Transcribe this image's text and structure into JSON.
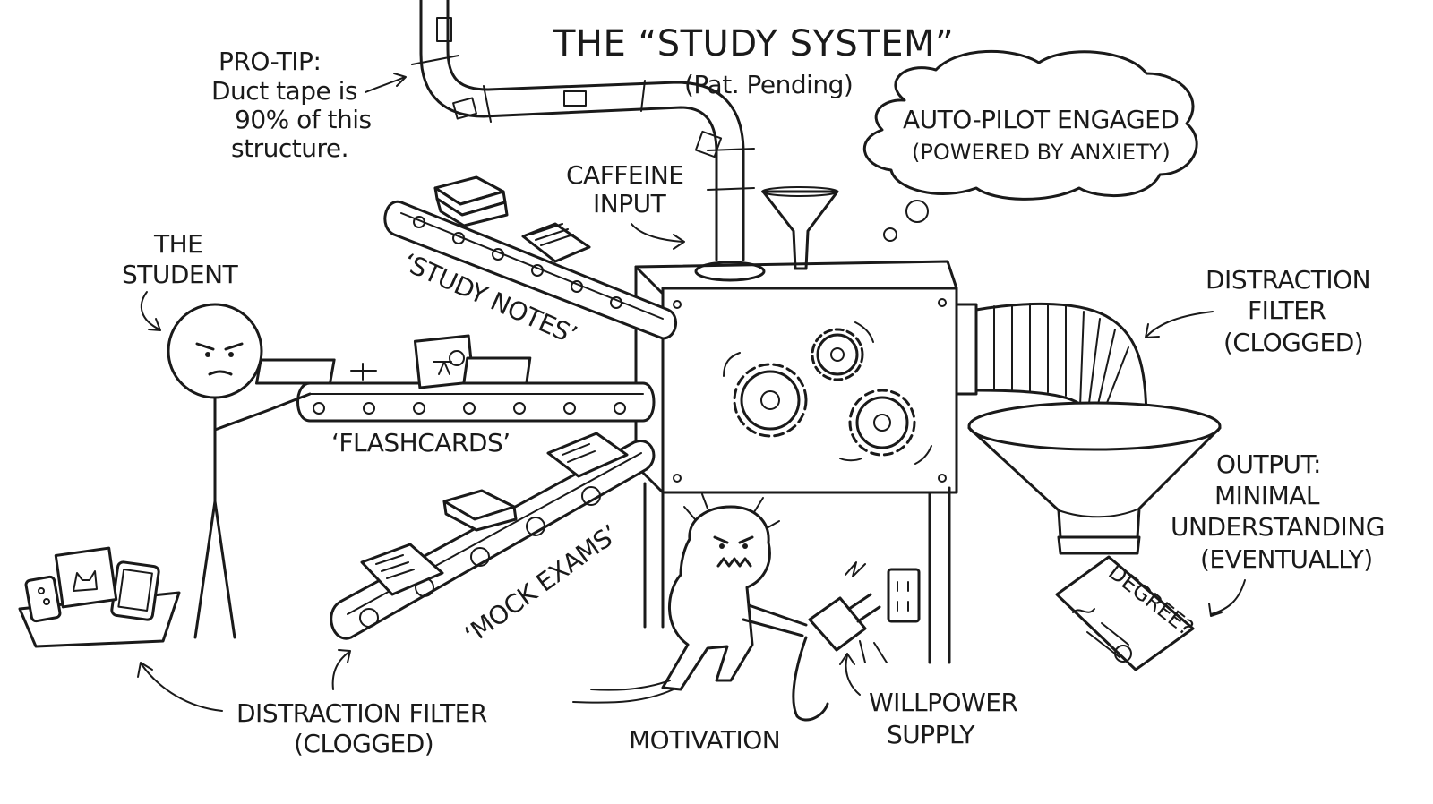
{
  "title": {
    "main": "THE “STUDY SYSTEM”",
    "sub": "(Pat. Pending)"
  },
  "protip": {
    "lines": [
      "PRO-TIP:",
      "Duct tape is",
      "90% of this",
      "structure."
    ]
  },
  "thought_bubble": {
    "lines": [
      "AUTO-PILOT ENGAGED",
      "(POWERED BY ANXIETY)"
    ]
  },
  "labels": {
    "caffeine_input": [
      "CAFFEINE",
      "INPUT"
    ],
    "student": [
      "THE",
      "STUDENT"
    ],
    "study_notes": "‘STUDY NOTES’",
    "flashcards": "‘FLASHCARDS’",
    "mock_exams": "‘MOCK EXAMS’",
    "distraction_filter_right": [
      "DISTRACTION",
      "FILTER",
      "(CLOGGED)"
    ],
    "distraction_filter_bottom": [
      "DISTRACTION FILTER",
      "(CLOGGED)"
    ],
    "output": [
      "OUTPUT:",
      "MINIMAL",
      "UNDERSTANDING",
      "(EVENTUALLY)"
    ],
    "motivation": "MOTIVATION",
    "willpower": [
      "WILLPOWER",
      "SUPPLY"
    ],
    "degree": "DEGREE?"
  }
}
